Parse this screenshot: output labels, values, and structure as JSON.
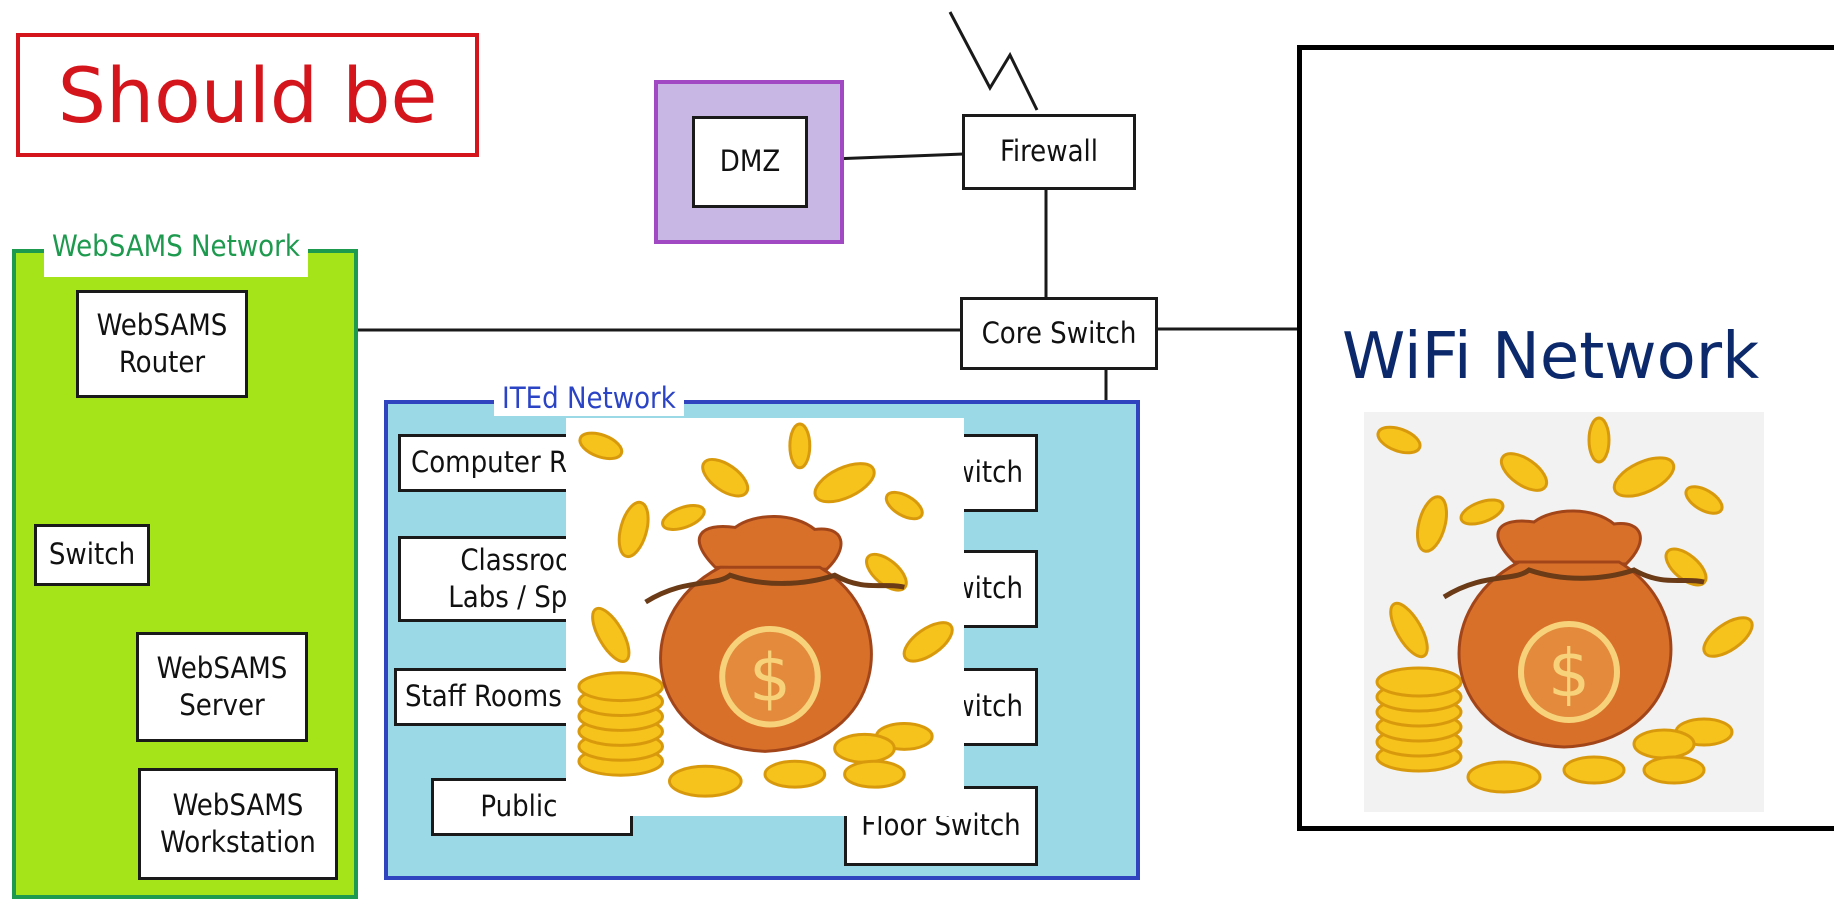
{
  "header": {
    "should_be": "Should be"
  },
  "nodes": {
    "dmz": "DMZ",
    "firewall": "Firewall",
    "core_switch": "Core Switch"
  },
  "webSAMS": {
    "title": "WebSAMS Network",
    "router": "WebSAMS\nRouter",
    "switch": "Switch",
    "server": "WebSAMS\nServer",
    "workstation": "WebSAMS\nWorkstation"
  },
  "ited": {
    "title": "ITEd Network",
    "left_boxes": [
      "Computer R",
      "Classroor\nLabs / Sp R",
      "Staff Rooms",
      "Public A"
    ],
    "switches": [
      "witch",
      "witch",
      "witch",
      "Floor Switch"
    ]
  },
  "wifi": {
    "title": "WiFi Network"
  },
  "colors": {
    "should_be_red": "#d4151b",
    "dmz_fill": "#c8b7e4",
    "dmz_border": "#a149c2",
    "websams_green": "#a5e419",
    "websams_text": "#1e9a4f",
    "ited_fill": "#9bd9e6",
    "ited_border": "#3044c0",
    "ited_text": "#2b44c6",
    "wifi_text": "#0c2a6b",
    "coin_gold": "#f6c21c",
    "bag_orange": "#d9702a"
  },
  "icons": {
    "overlay": "money-bag-with-coins"
  }
}
